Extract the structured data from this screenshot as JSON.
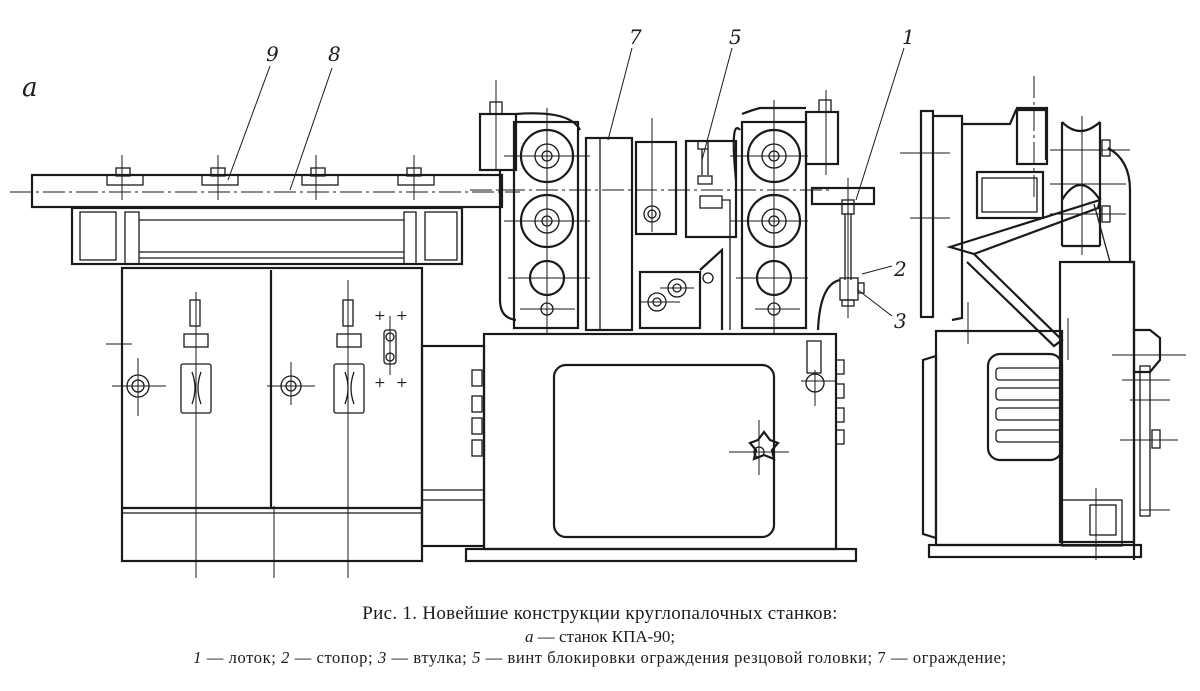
{
  "figure": {
    "view_letter": "а",
    "caption": {
      "title": "Рис. 1. Новейшие конструкции круглопалочных станков:",
      "subtitle_letter": "а",
      "subtitle_text": " — станок  КПА-90;",
      "legend": [
        {
          "num": "1",
          "text": " — лоток; "
        },
        {
          "num": "2",
          "text": " — стопор; "
        },
        {
          "num": "3",
          "text": " — втулка; "
        },
        {
          "num": "5",
          "text": " — винт блокировки ограждения резцовой головки; "
        },
        {
          "num": "7",
          "text": " — ограждение;"
        }
      ]
    },
    "callouts": [
      {
        "num": "9",
        "part": "bolt"
      },
      {
        "num": "8",
        "part": "chute-rail"
      },
      {
        "num": "7",
        "part": "guard"
      },
      {
        "num": "5",
        "part": "cutter-head-guard-lock-screw"
      },
      {
        "num": "1",
        "part": "tray"
      },
      {
        "num": "2",
        "part": "stopper"
      },
      {
        "num": "3",
        "part": "bushing"
      }
    ]
  }
}
